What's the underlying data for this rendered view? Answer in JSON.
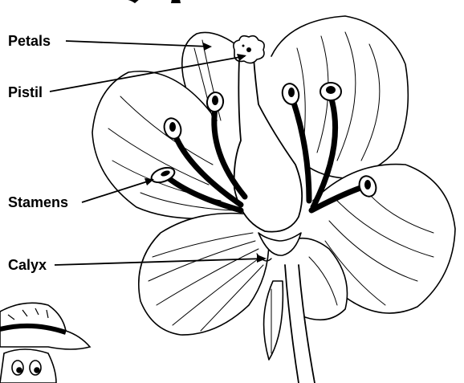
{
  "diagram": {
    "labels": {
      "petals": "Petals",
      "pistil": "Pistil",
      "stamens": "Stamens",
      "calyx": "Calyx"
    },
    "colors": {
      "ink": "#000000",
      "paper": "#ffffff"
    },
    "icons": [
      "flower-illustration",
      "cartoon-character-icon"
    ]
  }
}
